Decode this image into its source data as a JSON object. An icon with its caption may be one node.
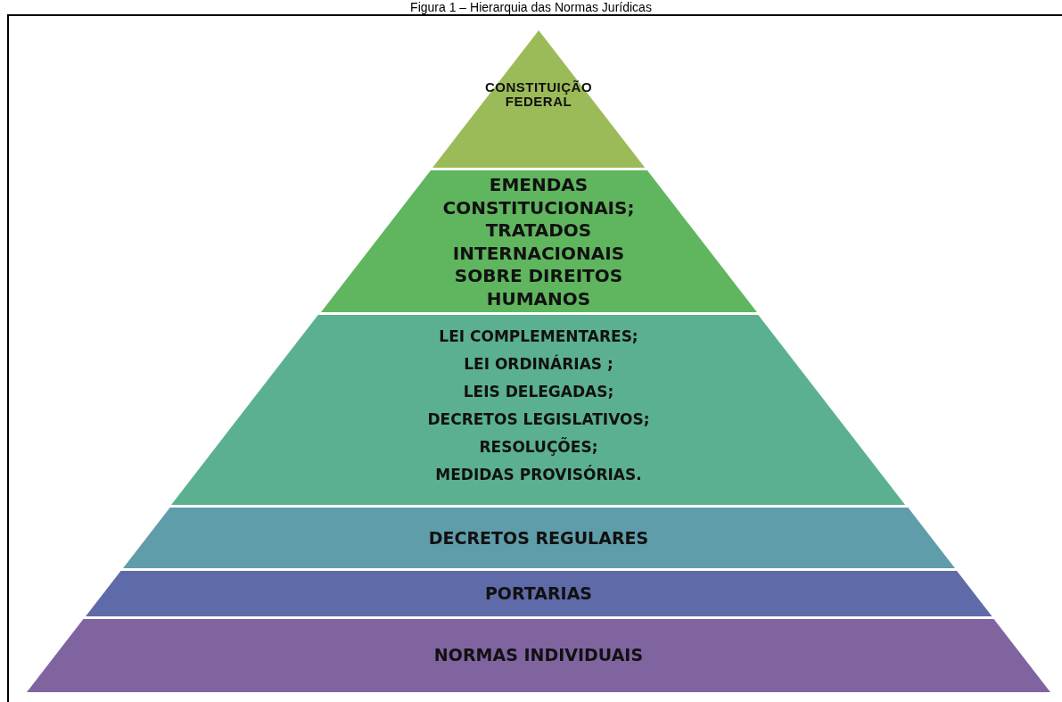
{
  "diagram": {
    "title": "Figura 1 – Hierarquia das Normas Jurídicas",
    "nodes": [
      {
        "text": [
          "CONSTITUIÇÃO FEDERAL"
        ]
      },
      {
        "text": [
          "EMENDAS CONSTITUCIONAIS; TRATADOS INTERNACIONAIS SOBRE DIREITOS HUMANOS"
        ]
      },
      {
        "text": [
          "LEI COMPLEMENTARES;",
          "LEI ORDINÁRIAS ;",
          "LEIS DELEGADAS;",
          "DECRETOS LEGISLATIVOS;",
          "RESOLUÇÕES;",
          "MEDIDAS PROVISÓRIAS."
        ]
      },
      {
        "text": [
          "DECRETOS REGULARES"
        ]
      },
      {
        "text": [
          "PORTARIAS"
        ]
      },
      {
        "text": [
          "NORMAS INDIVIDUAIS"
        ]
      }
    ]
  }
}
